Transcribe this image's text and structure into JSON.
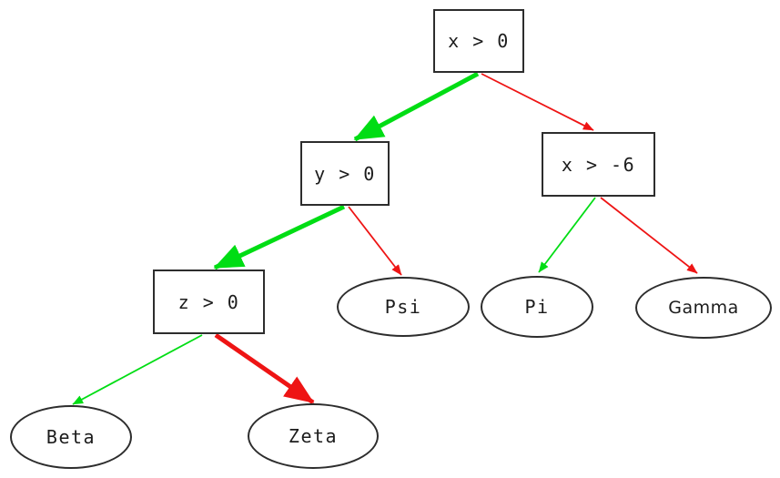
{
  "colors": {
    "green": "#00dd14",
    "red": "#ee1414",
    "node_border": "#2d2d2d",
    "text": "#1c1c1c",
    "background": "#ffffff"
  },
  "diagram": {
    "type": "decision-tree",
    "nodes": {
      "x0": {
        "label": "x > 0",
        "shape": "box"
      },
      "y0": {
        "label": "y > 0",
        "shape": "box"
      },
      "xneg6": {
        "label": "x > -6",
        "shape": "box"
      },
      "z0": {
        "label": "z > 0",
        "shape": "box"
      },
      "psi": {
        "label": "Psi",
        "shape": "ellipse"
      },
      "pi": {
        "label": "Pi",
        "shape": "ellipse"
      },
      "gamma": {
        "label": "Gamma",
        "shape": "ellipse"
      },
      "beta": {
        "label": "Beta",
        "shape": "ellipse"
      },
      "zeta": {
        "label": "Zeta",
        "shape": "ellipse"
      }
    },
    "edges": [
      {
        "from": "x > 0",
        "to": "y > 0",
        "color": "green",
        "weight": "thick"
      },
      {
        "from": "x > 0",
        "to": "x > -6",
        "color": "red",
        "weight": "thin"
      },
      {
        "from": "y > 0",
        "to": "z > 0",
        "color": "green",
        "weight": "thick"
      },
      {
        "from": "y > 0",
        "to": "Psi",
        "color": "red",
        "weight": "thin"
      },
      {
        "from": "z > 0",
        "to": "Beta",
        "color": "green",
        "weight": "thin"
      },
      {
        "from": "z > 0",
        "to": "Zeta",
        "color": "red",
        "weight": "thick"
      },
      {
        "from": "x > -6",
        "to": "Pi",
        "color": "green",
        "weight": "thin"
      },
      {
        "from": "x > -6",
        "to": "Gamma",
        "color": "red",
        "weight": "thin"
      }
    ]
  }
}
